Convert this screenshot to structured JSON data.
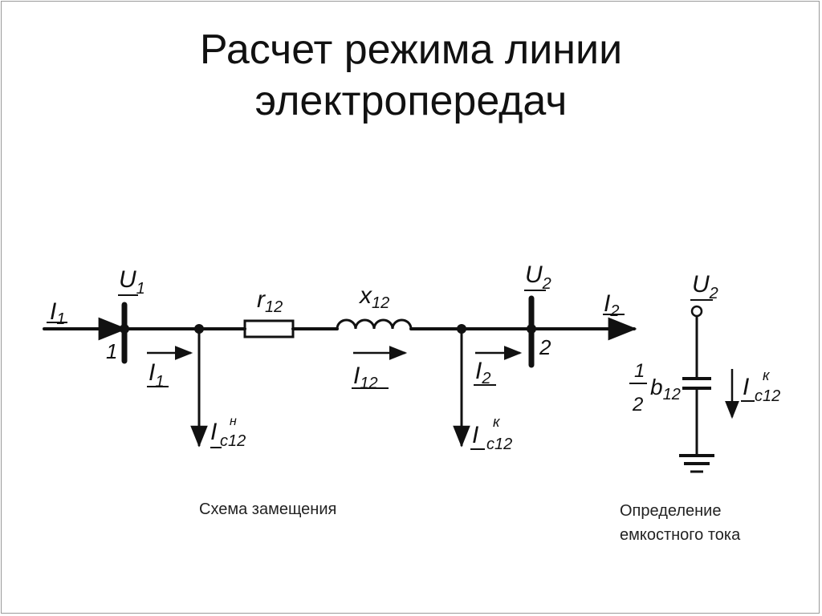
{
  "title": {
    "line1": "Расчет режима линии",
    "line2": "электропередач"
  },
  "captions": {
    "scheme": "Схема замещения",
    "capacitive_line1": "Определение",
    "capacitive_line2": "емкостного тока"
  },
  "diagram": {
    "labels": {
      "I1_in": "I",
      "I1_in_sub": "1",
      "U1": "U",
      "U1_sub": "1",
      "node1": "1",
      "r12": "r",
      "r12_sub": "12",
      "x12": "x",
      "x12_sub": "12",
      "U2": "U",
      "U2_sub": "2",
      "I2_out": "I",
      "I2_out_sub": "2",
      "node2": "2",
      "I1_branch": "I",
      "I1_branch_sub": "1",
      "Ic12_start": "I",
      "Ic12_start_sup": "н",
      "Ic12_start_sub": "c12",
      "I12": "I",
      "I12_sub": "12",
      "I2_branch": "I",
      "I2_branch_sub": "2",
      "Ic12_end": "I",
      "Ic12_end_sup": "к",
      "Ic12_end_sub": "c12",
      "U2_right": "U",
      "U2_right_sub": "2",
      "half_num": "1",
      "half_den": "2",
      "b12": "b",
      "b12_sub": "12",
      "Ic12_right": "I",
      "Ic12_right_sup": "к",
      "Ic12_right_sub": "c12"
    }
  }
}
